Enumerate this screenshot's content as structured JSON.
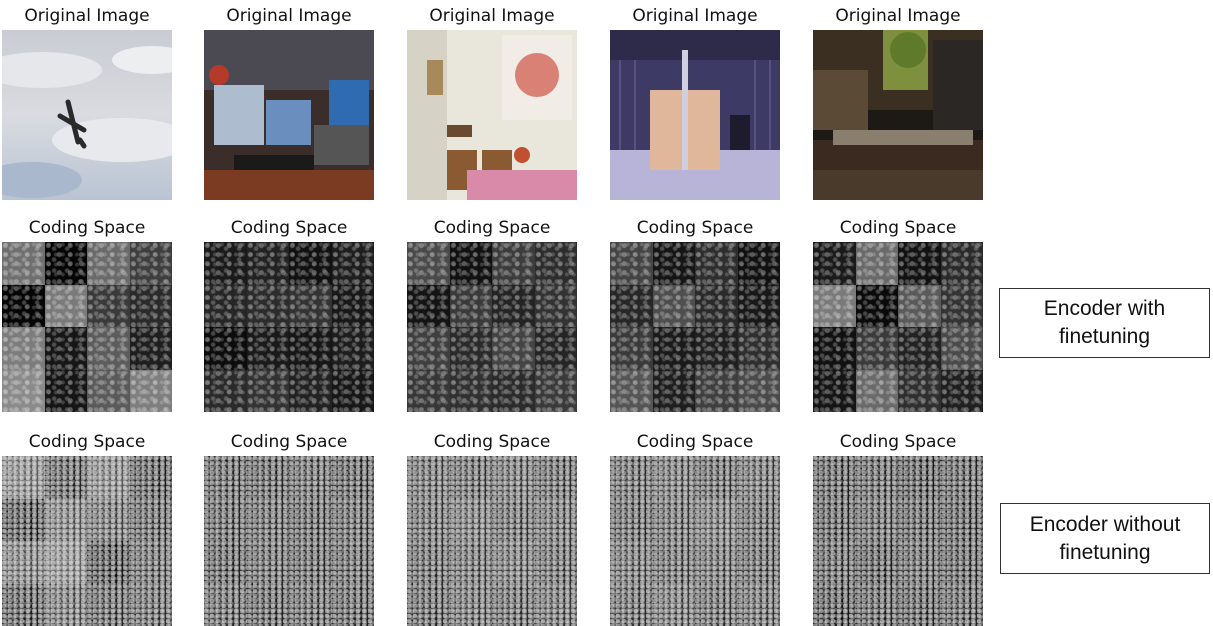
{
  "rows": [
    {
      "kind": "original",
      "title": "Original Image",
      "images": [
        "airplane-in-cloudy-sky",
        "desk-with-computers",
        "dining-room-with-painting",
        "room-under-construction",
        "dark-living-room"
      ]
    },
    {
      "kind": "coding",
      "title": "Coding Space",
      "label": "Encoder with finetuning"
    },
    {
      "kind": "coding",
      "title": "Coding Space",
      "label": "Encoder without finetuning"
    }
  ],
  "colors": {
    "frame_border": "#333333",
    "background": "#ffffff"
  }
}
